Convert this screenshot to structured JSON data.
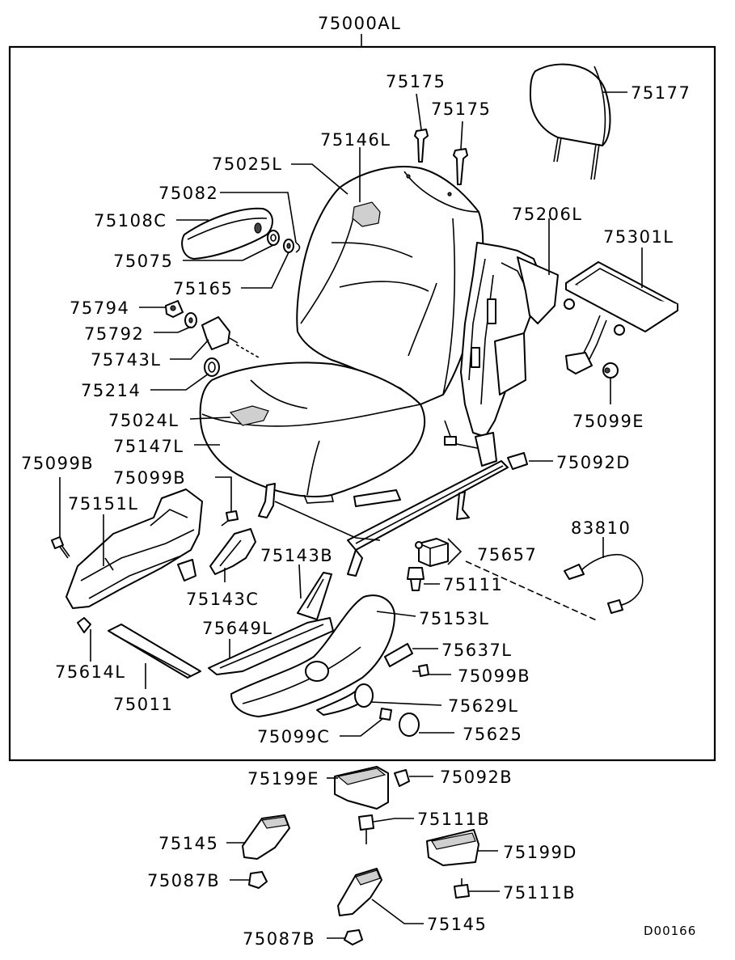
{
  "assembly_label": "75000AL",
  "drawing_code": "D00166",
  "callouts": {
    "c75175a": "75175",
    "c75175b": "75175",
    "c75177": "75177",
    "c75146L": "75146L",
    "c75025L": "75025L",
    "c75082": "75082",
    "c75108C": "75108C",
    "c75075": "75075",
    "c75165": "75165",
    "c75206L": "75206L",
    "c75301L": "75301L",
    "c75794": "75794",
    "c75792": "75792",
    "c75743L": "75743L",
    "c75214": "75214",
    "c75099E": "75099E",
    "c75024L": "75024L",
    "c75147L": "75147L",
    "c75092D": "75092D",
    "c75099B_left": "75099B",
    "c75099B_mid": "75099B",
    "c75151L": "75151L",
    "c83810": "83810",
    "c75143B": "75143B",
    "c75657": "75657",
    "c75111": "75111",
    "c75143C": "75143C",
    "c75153L": "75153L",
    "c75649L": "75649L",
    "c75637L": "75637L",
    "c75614L": "75614L",
    "c75099B_right": "75099B",
    "c75011": "75011",
    "c75629L": "75629L",
    "c75099C": "75099C",
    "c75625": "75625",
    "c75199E": "75199E",
    "c75092B": "75092B",
    "c75111B_a": "75111B",
    "c75145_a": "75145",
    "c75199D": "75199D",
    "c75087B_a": "75087B",
    "c75111B_b": "75111B",
    "c75145_b": "75145",
    "c75087B_b": "75087B"
  }
}
